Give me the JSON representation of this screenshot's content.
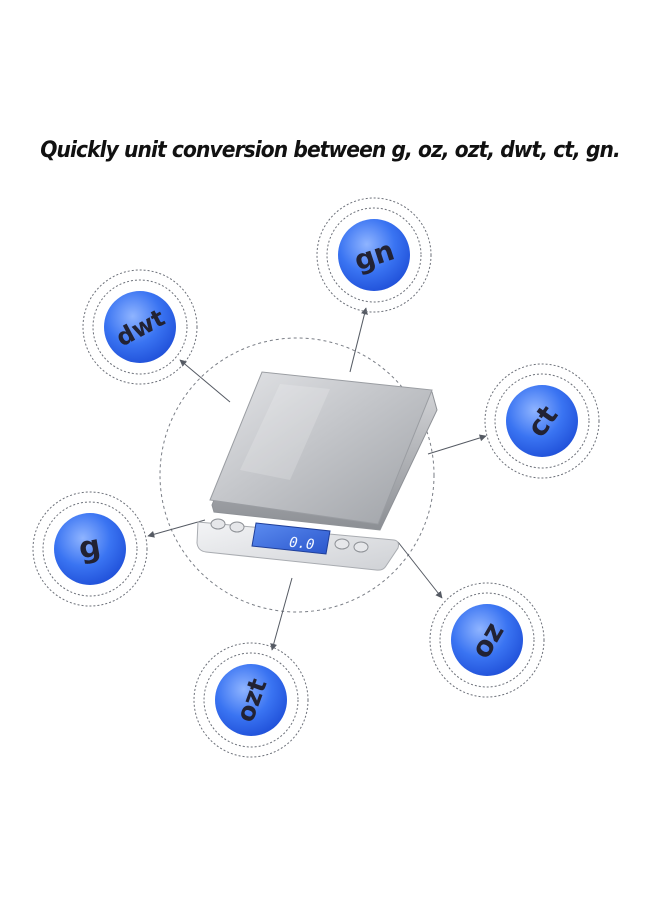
{
  "headline": "Quickly unit conversion between g,  oz, ozt, dwt, ct, gn.",
  "scale": {
    "display_reading": "0.0"
  },
  "units": [
    {
      "id": "gn",
      "label": "gn"
    },
    {
      "id": "dwt",
      "label": "dwt"
    },
    {
      "id": "ct",
      "label": "ct"
    },
    {
      "id": "g",
      "label": "g"
    },
    {
      "id": "oz",
      "label": "oz"
    },
    {
      "id": "ozt",
      "label": "ozt"
    }
  ],
  "colors": {
    "badge_fill": "#2f6ef0",
    "badge_light": "#8fb4ff",
    "lcd_fill": "#3a6de0",
    "steel": "#c9cbcf"
  }
}
